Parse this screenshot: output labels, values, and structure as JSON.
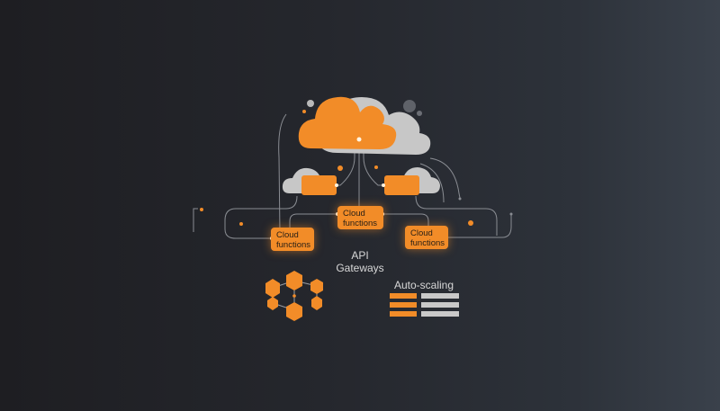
{
  "diagram": {
    "theme": {
      "accent": "#f28c28",
      "cloud_gray": "#c8c8c8",
      "line": "#8a8d93",
      "background": "#25272d"
    },
    "nodes": [
      {
        "id": "center",
        "label_line1": "Cloud",
        "label_line2": "functions"
      },
      {
        "id": "left",
        "label_line1": "Cloud",
        "label_line2": "functions"
      },
      {
        "id": "right",
        "label_line1": "Cloud",
        "label_line2": "functions"
      }
    ],
    "api_label_line1": "API",
    "api_label_line2": "Gateways",
    "autoscaling_label": "Auto-scaling",
    "icons": [
      "cloud-icon",
      "hexagon-network-icon",
      "autoscaling-bars-icon"
    ]
  }
}
